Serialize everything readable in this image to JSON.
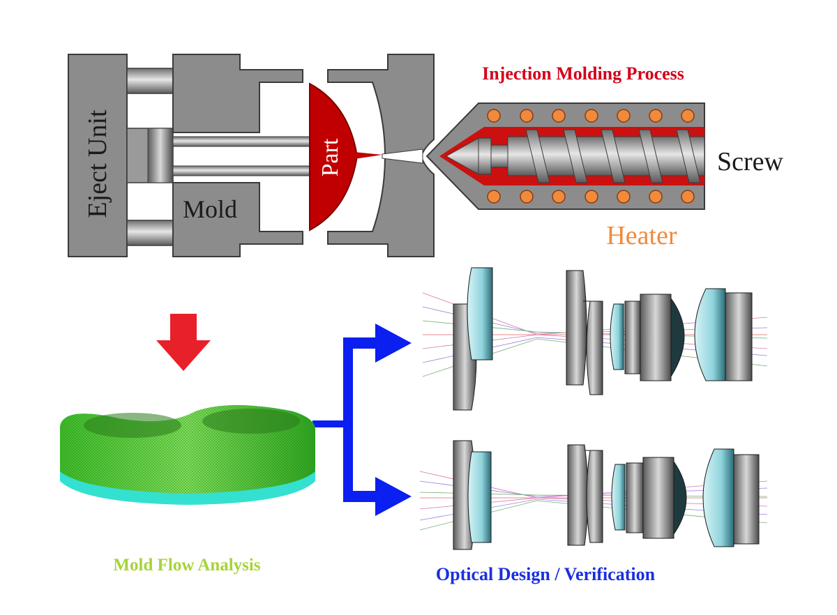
{
  "labels": {
    "eject_unit": "Eject Unit",
    "mold": "Mold",
    "part": "Part",
    "screw": "Screw",
    "heater": "Heater",
    "process_title": "Injection Molding Process",
    "mold_flow": "Mold Flow Analysis",
    "optical": "Optical Design / Verification"
  },
  "colors": {
    "machine_gray": "#8c8c8c",
    "machine_edge": "#3a3a3a",
    "part_red": "#c00000",
    "title_red": "#d4001a",
    "heater_orange": "#f08a3c",
    "mold_flow_green": "#a6d43a",
    "optical_blue": "#1a2fe0",
    "arrow_red": "#e8202a",
    "arrow_blue": "#0a1ff0",
    "lens_cyan": "#8fd3dc",
    "lens_gray": "#7a7a7a"
  },
  "icons": [
    "down-arrow-icon",
    "branch-arrow-icon"
  ]
}
